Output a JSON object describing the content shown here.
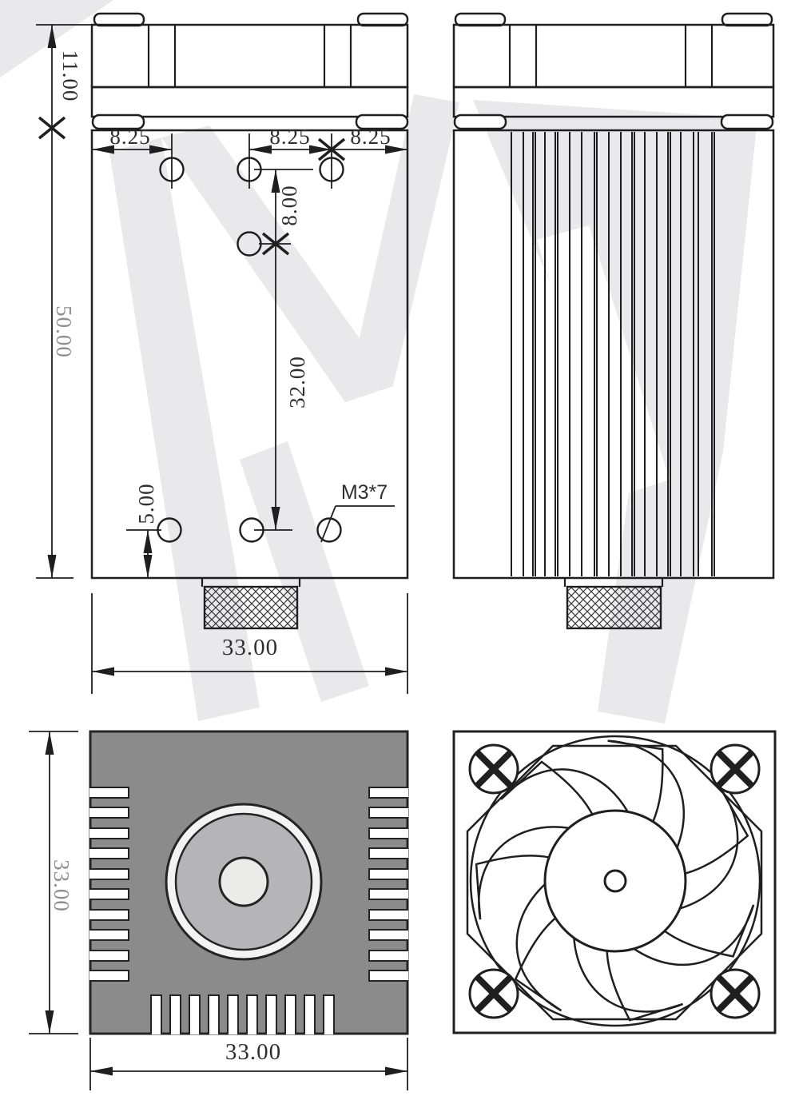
{
  "front_view": {
    "top_height": "11.00",
    "body_height": "50.00",
    "pitch_a": "8.25",
    "pitch_b": "8.25",
    "pitch_c": "8.25",
    "hole_drop": "8.00",
    "hole_span": "32.00",
    "bottom_offset": "5.00",
    "thread_callout": "M3*7",
    "width": "33.00"
  },
  "bottom_view": {
    "height": "33.00",
    "width": "33.00"
  },
  "colors": {
    "line": "#1f1f1f",
    "watermark": "#e9e9eb",
    "heatsink_fill": "#8b8b8c",
    "lens_outer_ring": "#f3f3f3",
    "lens_disc": "#b5b5b7",
    "lens_center": "#ebebe9",
    "background": "#ffffff"
  }
}
